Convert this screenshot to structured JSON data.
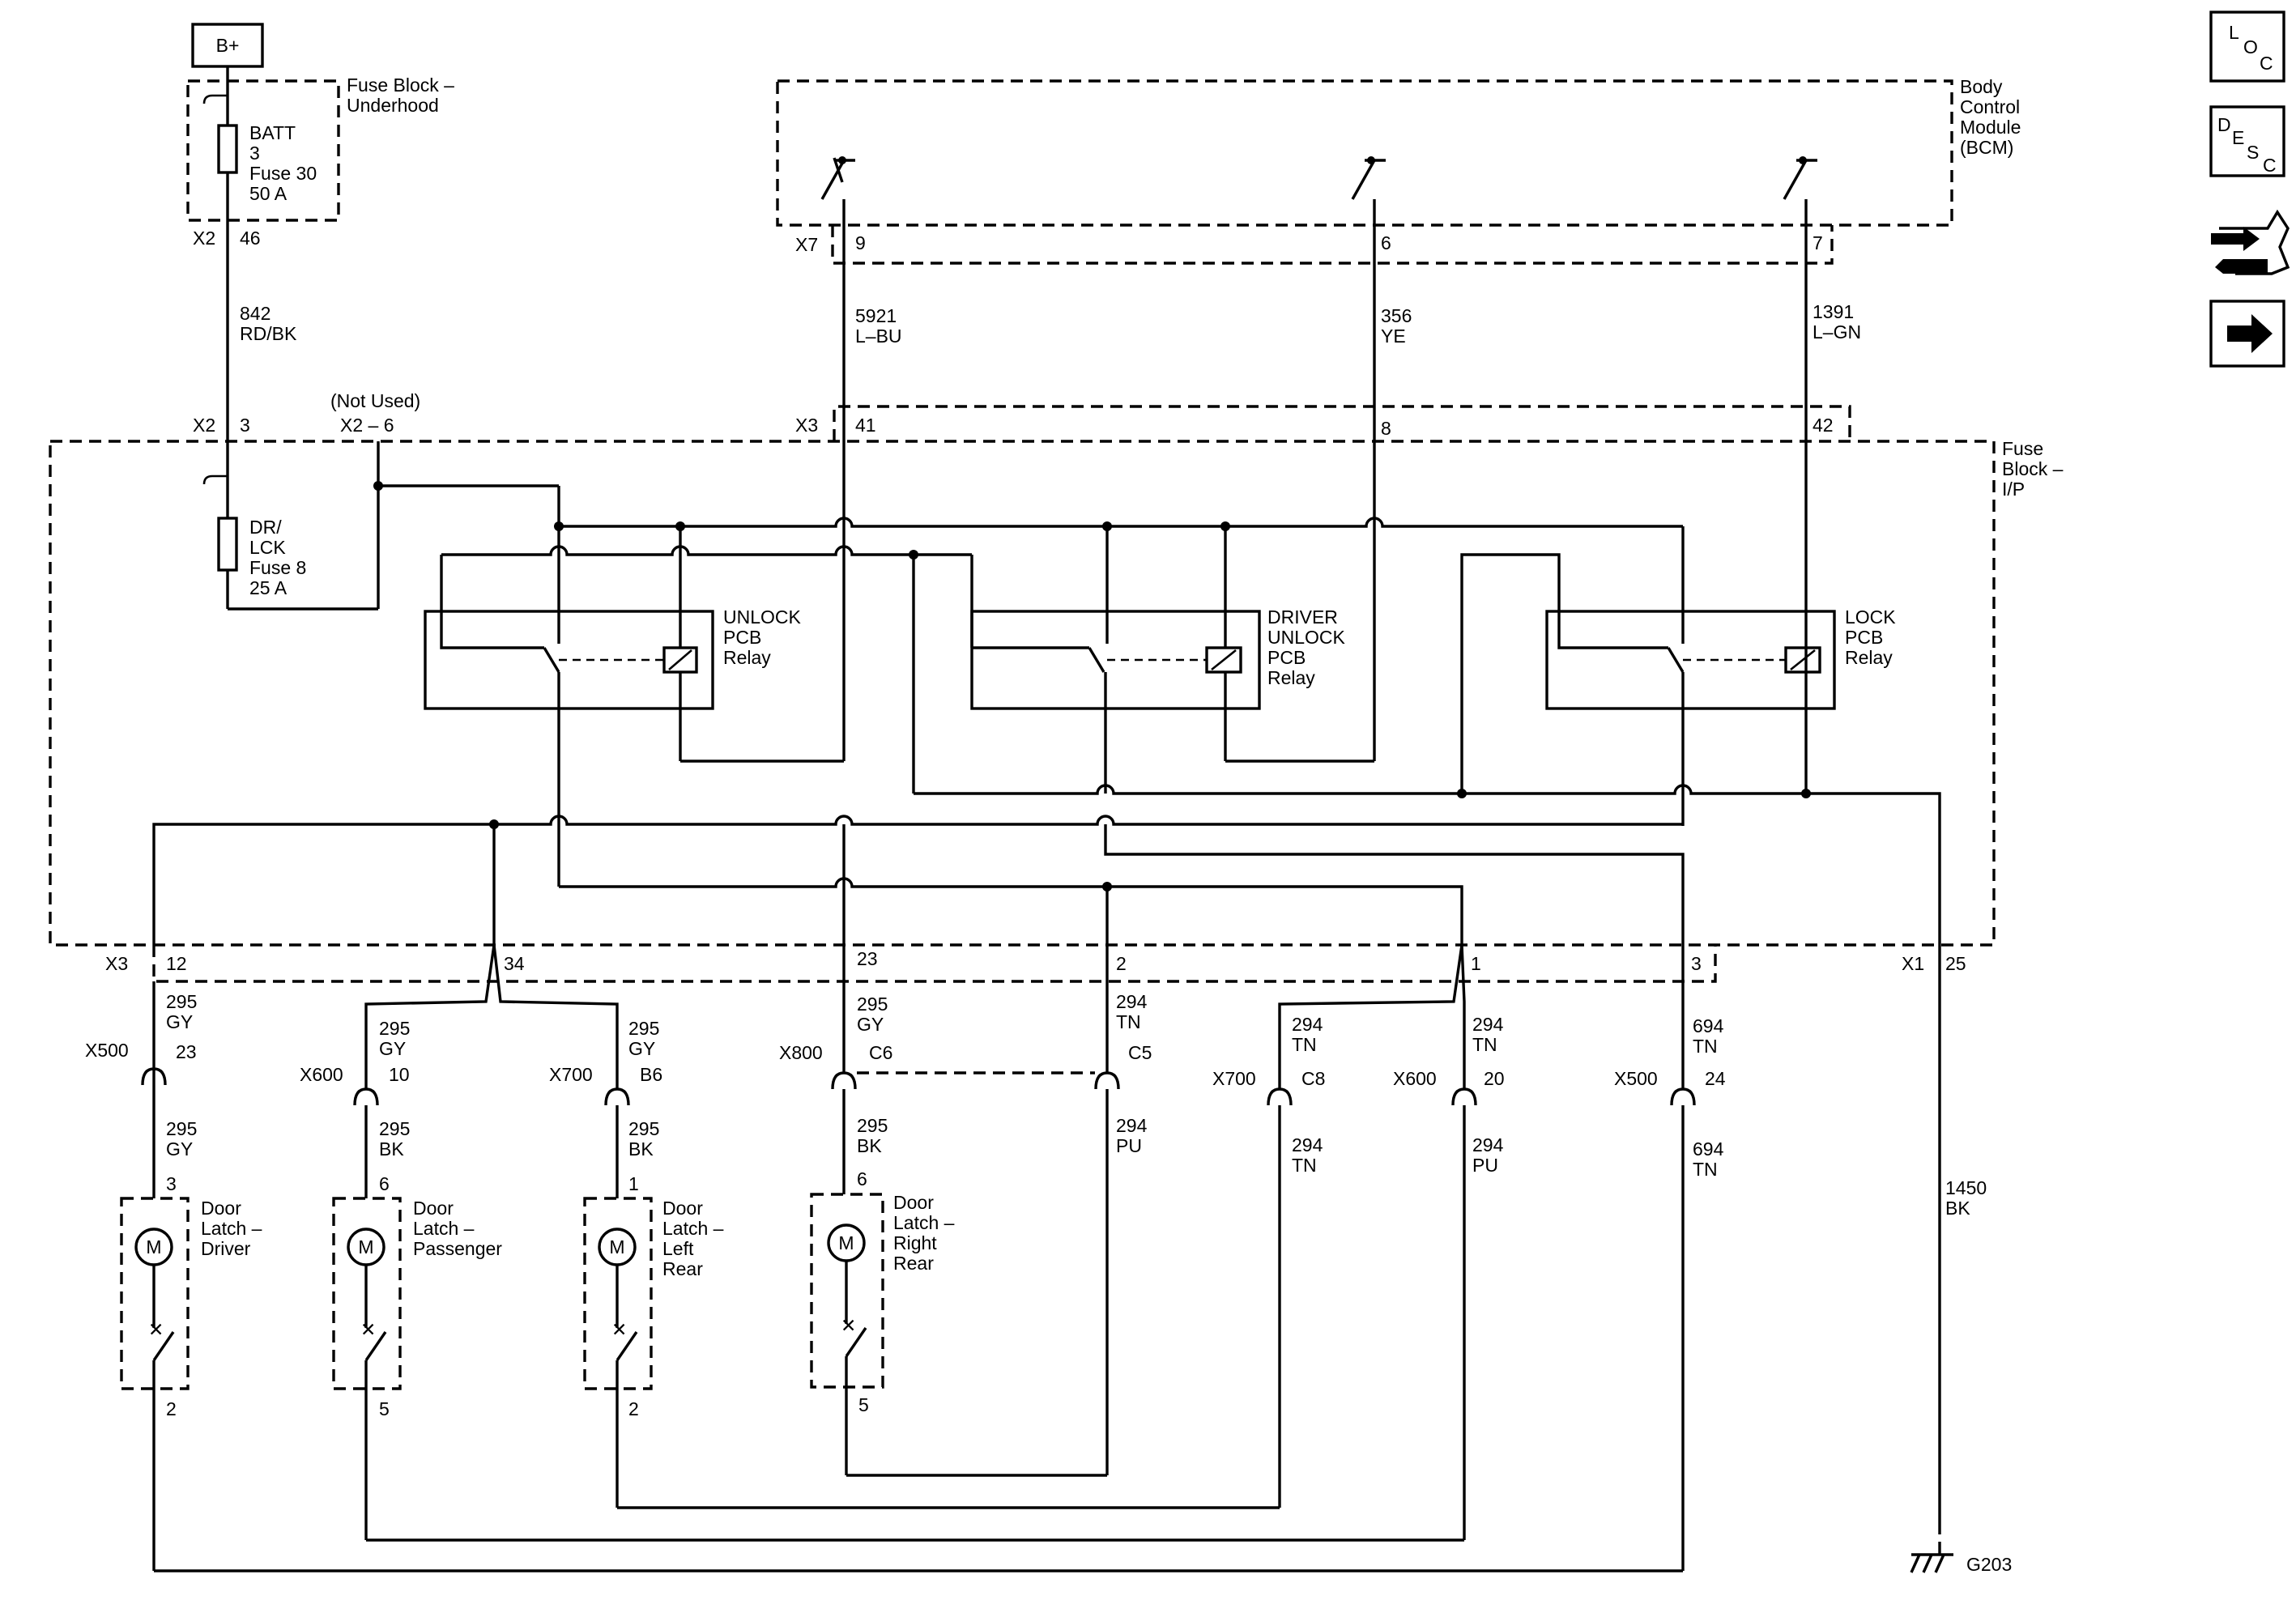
{
  "supply": {
    "label": "B+"
  },
  "fuse_block_underhood": {
    "title_lines": [
      "Fuse Block –",
      "Underhood"
    ],
    "fuse_lines": [
      "BATT",
      "3",
      "Fuse 30",
      "50 A"
    ],
    "connector_top": "X2",
    "pin_top": "46"
  },
  "wire_842": [
    "842",
    "RD/BK"
  ],
  "fuse_block_ip": {
    "title_lines": [
      "Fuse",
      "Block –",
      "I/P"
    ],
    "x2_label": "X2",
    "x2_pin": "3",
    "not_used": "(Not Used)",
    "x2_6": "X2 – 6",
    "fuse_lines": [
      "DR/",
      "LCK",
      "Fuse 8",
      "25 A"
    ],
    "x3_top": "X3",
    "x3_top_pins": [
      "41",
      "8",
      "42"
    ],
    "x3_bottom": "X3",
    "x3_bottom_pins": [
      "12",
      "34",
      "23",
      "2",
      "1",
      "3"
    ],
    "x1": "X1",
    "x1_pin": "25"
  },
  "relays": [
    {
      "lines": [
        "UNLOCK",
        "PCB",
        "Relay"
      ]
    },
    {
      "lines": [
        "DRIVER",
        "UNLOCK",
        "PCB",
        "Relay"
      ]
    },
    {
      "lines": [
        "LOCK",
        "PCB",
        "Relay"
      ]
    }
  ],
  "bcm": {
    "title_lines": [
      "Body",
      "Control",
      "Module",
      "(BCM)"
    ],
    "connector": "X7",
    "pins": [
      "9",
      "6",
      "7"
    ]
  },
  "bcm_wires": [
    [
      "5921",
      "L–BU"
    ],
    [
      "356",
      "YE"
    ],
    [
      "1391",
      "L–GN"
    ]
  ],
  "branch_wires": {
    "c12": [
      "295",
      "GY"
    ],
    "c34a": [
      "295",
      "GY"
    ],
    "c34b": [
      "295",
      "GY"
    ],
    "c23": [
      "295",
      "GY"
    ],
    "c2": [
      "294",
      "TN"
    ],
    "c1a": [
      "294",
      "TN"
    ],
    "c1b": [
      "294",
      "TN"
    ],
    "c3": [
      "694",
      "TN"
    ]
  },
  "inline_connectors": [
    {
      "name": "X500",
      "pin": "23"
    },
    {
      "name": "X600",
      "pin": "10"
    },
    {
      "name": "X700",
      "pin": "B6"
    },
    {
      "name": "X800",
      "pin": "C6"
    },
    {
      "name": "",
      "pin": "C5"
    },
    {
      "name": "X700",
      "pin": "C8"
    },
    {
      "name": "X600",
      "pin": "20"
    },
    {
      "name": "X500",
      "pin": "24"
    }
  ],
  "lower_wires": [
    [
      "295",
      "GY"
    ],
    [
      "295",
      "BK"
    ],
    [
      "295",
      "BK"
    ],
    [
      "295",
      "BK"
    ],
    [
      "294",
      "PU"
    ],
    [
      "294",
      "TN"
    ],
    [
      "294",
      "PU"
    ],
    [
      "694",
      "TN"
    ]
  ],
  "latches": [
    {
      "lines": [
        "Door",
        "Latch –",
        "Driver"
      ],
      "pin_top": "3",
      "pin_bottom": "2"
    },
    {
      "lines": [
        "Door",
        "Latch –",
        "Passenger"
      ],
      "pin_top": "6",
      "pin_bottom": "5"
    },
    {
      "lines": [
        "Door",
        "Latch –",
        "Left",
        "Rear"
      ],
      "pin_top": "1",
      "pin_bottom": "2"
    },
    {
      "lines": [
        "Door",
        "Latch –",
        "Right",
        "Rear"
      ],
      "pin_top": "6",
      "pin_bottom": "5"
    }
  ],
  "motor_symbol": "M",
  "ground": {
    "wire": [
      "1450",
      "BK"
    ],
    "label": "G203"
  },
  "nav": [
    {
      "icon": "loc-icon",
      "glyphs": [
        "L",
        "O",
        "C"
      ]
    },
    {
      "icon": "desc-icon",
      "glyphs": [
        "D",
        "E",
        "S",
        "C"
      ]
    },
    {
      "icon": "connector-wrench-icon"
    },
    {
      "icon": "arrow-right-icon"
    }
  ]
}
